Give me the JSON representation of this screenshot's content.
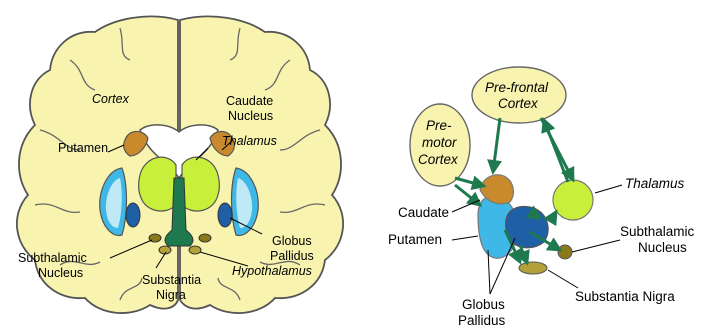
{
  "left_panel": {
    "labels": {
      "cortex": "Cortex",
      "caudate_line1": "Caudate",
      "caudate_line2": "Nucleus",
      "thalamus": "Thalamus",
      "putamen": "Putamen",
      "subthalamic_line1": "Subthalamic",
      "subthalamic_line2": "Nucleus",
      "substantia_line1": "Substantia",
      "substantia_line2": "Nigra",
      "globus_line1": "Globus",
      "globus_line2": "Pallidus",
      "hypothalamus": "Hypothalamus"
    }
  },
  "right_panel": {
    "labels": {
      "prefrontal_line1": "Pre-frontal",
      "prefrontal_line2": "Cortex",
      "premotor_line1": "Pre-",
      "premotor_line2": "motor",
      "premotor_line3": "Cortex",
      "thalamus": "Thalamus",
      "caudate": "Caudate",
      "putamen": "Putamen",
      "subthalamic_line1": "Subthalamic",
      "subthalamic_line2": "Nucleus",
      "substantia_nigra": "Substantia Nigra",
      "globus_line1": "Globus",
      "globus_line2": "Pallidus"
    }
  },
  "colors": {
    "brain_fill": "#f8f4b0",
    "outline": "#444444",
    "putamen": "#3fb8e8",
    "putamen_light": "#bfe9f7",
    "globus_pallidus": "#1f5fa6",
    "caudate": "#c98a2e",
    "thalamus": "#c8f03a",
    "pathway_green": "#1e7a4e",
    "subthalamic": "#8a7a1c",
    "substantia": "#b3a13a"
  }
}
